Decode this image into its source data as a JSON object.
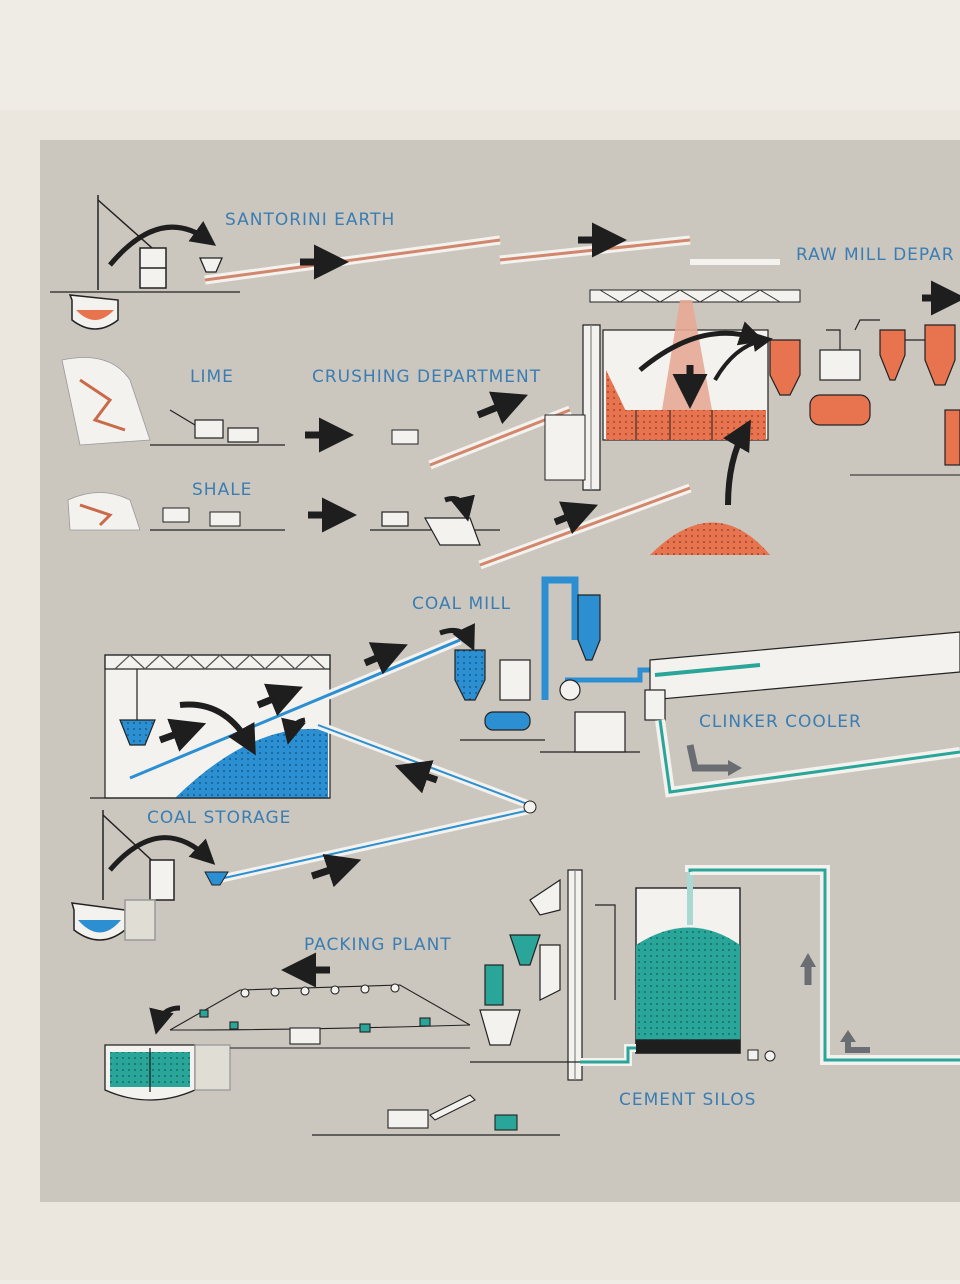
{
  "labels": {
    "santorini_earth": "SANTORINI EARTH",
    "raw_mill_department": "RAW MILL DEPAR",
    "lime": "LIME",
    "crushing_department": "CRUSHING DEPARTMENT",
    "shale": "SHALE",
    "coal_mill": "COAL MILL",
    "clinker_cooler": "CLINKER COOLER",
    "coal_storage": "COAL STORAGE",
    "packing_plant": "PACKING PLANT",
    "cement_silos": "CEMENT SILOS"
  },
  "colors": {
    "board": "#cbc7bf",
    "paper": "#efece6",
    "raw_material": "#e8734f",
    "coal": "#2b8fd1",
    "cement": "#2aa59a",
    "label": "#3b7db2",
    "arrow": "#1e1e1e",
    "grey_arrow": "#6a6d72",
    "line": "#2a2a2a"
  }
}
